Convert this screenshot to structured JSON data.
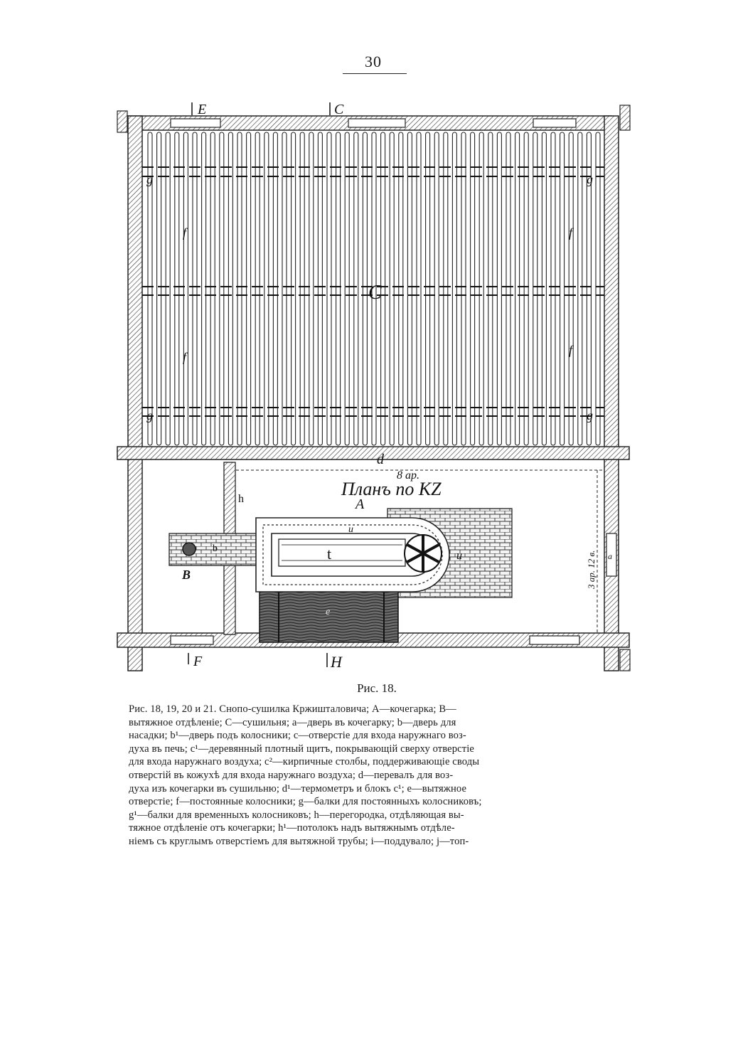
{
  "page": {
    "number": "30"
  },
  "figure": {
    "labels": {
      "E": "E",
      "C_top": "C",
      "C_center": "C",
      "F": "F",
      "H": "H",
      "g_left_top": "g",
      "g_right_top": "g",
      "g_left_bottom": "g",
      "g_right_bottom": "g",
      "f_left_top": "f",
      "f_right_top": "f",
      "f_left_bottom": "f",
      "f_right_bottom": "f",
      "d": "d",
      "h": "h",
      "A": "A",
      "B": "B",
      "t": "t",
      "u": "u",
      "u_top": "u",
      "e": "e",
      "a": "a",
      "b": "b",
      "dim_top": "8 ар.",
      "dim_right": "3 ар. 12 в.",
      "plan_title": "Планъ по KZ"
    },
    "caption": "Рис. 18."
  },
  "text": {
    "lines": [
      "Рис. 18, 19, 20 и 21. Снопо-сушилка Кржишталовича; A—кочегарка; B—",
      "вытяжное отдѣленіе; C—сушильня; a—дверь въ кочегарку; b—дверь для",
      "насадки; b¹—дверь подъ колосники; c—отверстіе для входа наружнаго воз-",
      "духа въ печь; c¹—деревянный плотный щитъ, покрывающій сверху отверстіе",
      "для входа наружнаго воздуха; c²—кирпичные столбы, поддерживающіе своды",
      "отверстій въ кожухѣ для входа наружнаго воздуха; d—перевалъ для воз-",
      "духа изъ кочегарки въ сушильню; d¹—термометръ и блокъ c¹; e—вытяжное",
      "отверстіе; f—постоянные колосники; g—балки для постоянныхъ колосниковъ;",
      "g¹—балки для временныхъ колосниковъ; h—перегородка, отдѣляющая вы-",
      "тяжное отдѣленіе отъ кочегарки; h¹—потолокъ надъ вытяжнымъ отдѣле-",
      "ніемъ съ круглымъ отверстіемъ для вытяжной трубы; i—поддувало; j—топ-"
    ]
  }
}
